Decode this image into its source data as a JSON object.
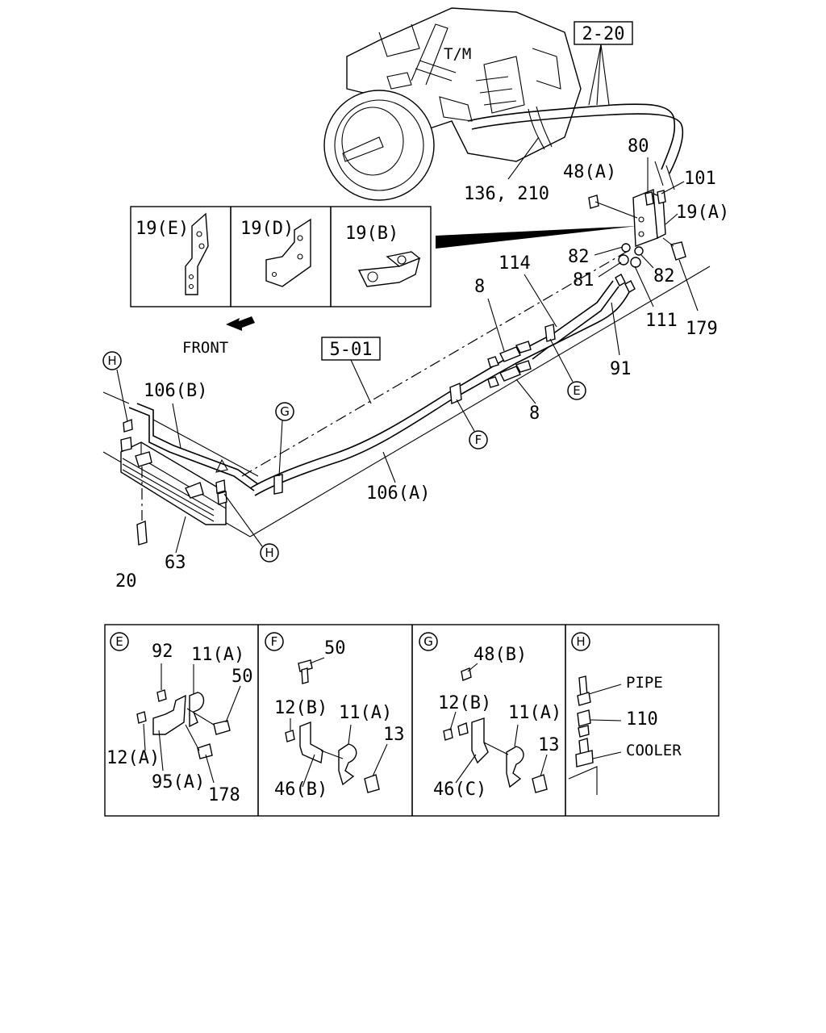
{
  "refs": {
    "tm_ref": "2-20",
    "front_ref": "5-01"
  },
  "labels": {
    "tm": "T/M",
    "front": "FRONT",
    "p136": "136, 210",
    "p48a": "48(A)",
    "p80": "80",
    "p101": "101",
    "p19a": "19(A)",
    "p82a": "82",
    "p81": "81",
    "p82b": "82",
    "p111": "111",
    "p179": "179",
    "p114": "114",
    "p8a": "8",
    "p8b": "8",
    "p91": "91",
    "p106b": "106(B)",
    "p106a": "106(A)",
    "p63": "63",
    "p20": "20"
  },
  "callouts": {
    "e": "E",
    "f": "F",
    "g": "G",
    "h": "H"
  },
  "inset_brackets": {
    "b19e": "19(E)",
    "b19d": "19(D)",
    "b19b": "19(B)"
  },
  "detail_e": {
    "letter": "E",
    "p92": "92",
    "p11a": "11(A)",
    "p50": "50",
    "p12a": "12(A)",
    "p95a": "95(A)",
    "p178": "178"
  },
  "detail_f": {
    "letter": "F",
    "p50": "50",
    "p12b": "12(B)",
    "p11a": "11(A)",
    "p13": "13",
    "p46b": "46(B)"
  },
  "detail_g": {
    "letter": "G",
    "p48b": "48(B)",
    "p12b": "12(B)",
    "p11a": "11(A)",
    "p13": "13",
    "p46c": "46(C)"
  },
  "detail_h": {
    "letter": "H",
    "pipe": "PIPE",
    "p110": "110",
    "cooler": "COOLER"
  }
}
